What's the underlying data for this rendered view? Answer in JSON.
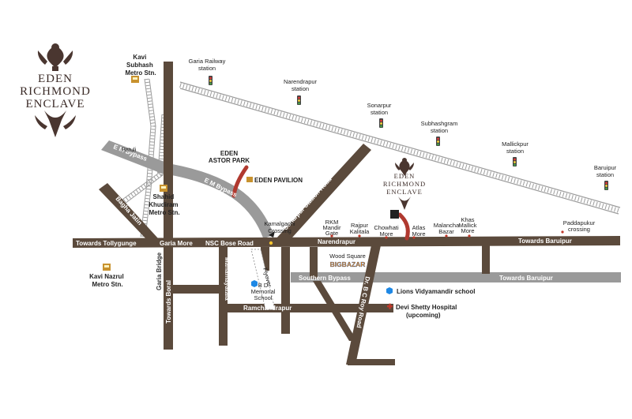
{
  "brand": {
    "logo_lines": [
      "EDEN",
      "RICHMOND",
      "ENCLAVE"
    ],
    "project_lines": [
      "EDEN",
      "RICHMOND",
      "ENCLAVE"
    ]
  },
  "colors": {
    "road": "#5b4a3c",
    "bypass": "#9a9a9a",
    "rail": "#b5b5b5",
    "accent": "#c0392b",
    "school": "#1e88e5"
  },
  "roads": {
    "towards_tollygunge": "Towards Tollygunge",
    "garia_more": "Garia More",
    "nsc_bose_road": "NSC Bose Road",
    "narendrapur": "Narendrapur",
    "towards_baruipur_top": "Towards Baruipur",
    "southern_bypass": "Southern Bypass",
    "towards_baruipur_bottom": "Towards Baruipur",
    "em_bypass_left": "E M Bypass",
    "em_bypass_curve": "E M Bypass",
    "sonarpur_station_road": "Sonarpur Station Road",
    "bagha_jatin": "Bagha Jatin",
    "garia_bridge": "Garia Bridge",
    "towards_boral": "Towards Boral",
    "mahamayatala": "Mahamayatala",
    "ramchandrapur": "Ramchandrapur",
    "dr_bc_roy_road": "Dr. B C Roy Road",
    "flyover": "Flyover",
    "patuli": "Patuli"
  },
  "places": {
    "kavi_subhash": [
      "Kavi",
      "Subhash",
      "Metro Stn."
    ],
    "shahid_khudiram": [
      "Shahid",
      "Khudiram",
      "Metro Stn."
    ],
    "kavi_nazrul": [
      "Kavi Nazrul",
      "Metro Stn."
    ],
    "eden_astor_park": [
      "EDEN",
      "ASTOR PARK"
    ],
    "eden_pavilion": "EDEN PAVILION",
    "kamalgachi": [
      "Kamalgachi",
      "Crossing"
    ],
    "rkm_mandir_gate": [
      "RKM",
      "Mandir",
      "Gate"
    ],
    "rajpur_kalitala": [
      "Rajpur",
      "Kalitala"
    ],
    "chowhati_more": [
      "Chowhati",
      "More"
    ],
    "atlas_more": [
      "Atlas",
      "More"
    ],
    "malancha_bazar": [
      "Malancha",
      "Bazar"
    ],
    "khas_mallick_more": [
      "Khas",
      "Mallick",
      "More"
    ],
    "paddapukur": [
      "Paddapukur",
      "crossing"
    ],
    "wood_square": "Wood Square",
    "big_bazar": "BIGBAZAR",
    "bd_memorial": [
      "B D",
      "Memorial",
      "School"
    ],
    "lions_school": "Lions Vidyamandir school",
    "devi_shetty": [
      "Devi Shetty Hospital",
      "(upcoming)"
    ]
  },
  "stations": {
    "garia_railway": [
      "Garia Railway",
      "station"
    ],
    "narendrapur": [
      "Narendrapur",
      "station"
    ],
    "sonarpur": [
      "Sonarpur",
      "station"
    ],
    "subhashgram": [
      "Subhashgram",
      "station"
    ],
    "mallickpur": [
      "Mallickpur",
      "station"
    ],
    "baruipur": [
      "Baruipur",
      "station"
    ]
  }
}
